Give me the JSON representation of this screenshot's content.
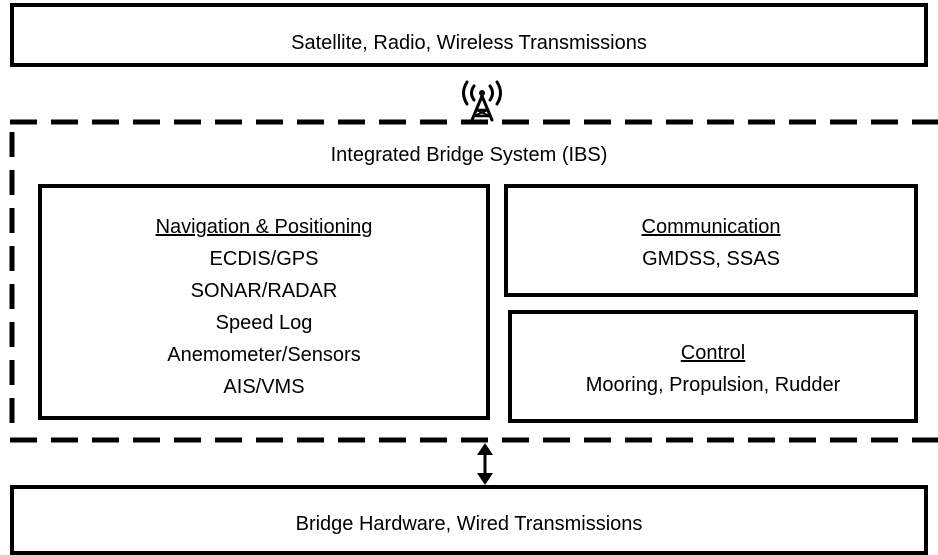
{
  "top_bar": {
    "label": "Satellite, Radio, Wireless Transmissions"
  },
  "ibs": {
    "title": "Integrated Bridge System (IBS)",
    "navigation": {
      "heading": "Navigation & Positioning",
      "items": [
        "ECDIS/GPS",
        "SONAR/RADAR",
        "Speed Log",
        "Anemometer/Sensors",
        "AIS/VMS"
      ]
    },
    "communication": {
      "heading": "Communication",
      "items": [
        "GMDSS, SSAS"
      ]
    },
    "control": {
      "heading": "Control",
      "items": [
        "Mooring, Propulsion, Rudder"
      ]
    }
  },
  "bottom_bar": {
    "label": "Bridge Hardware, Wired Transmissions"
  },
  "icons": {
    "antenna": "antenna-icon",
    "connector": "double-arrow-icon"
  },
  "colors": {
    "stroke": "#000000",
    "background": "#ffffff"
  }
}
